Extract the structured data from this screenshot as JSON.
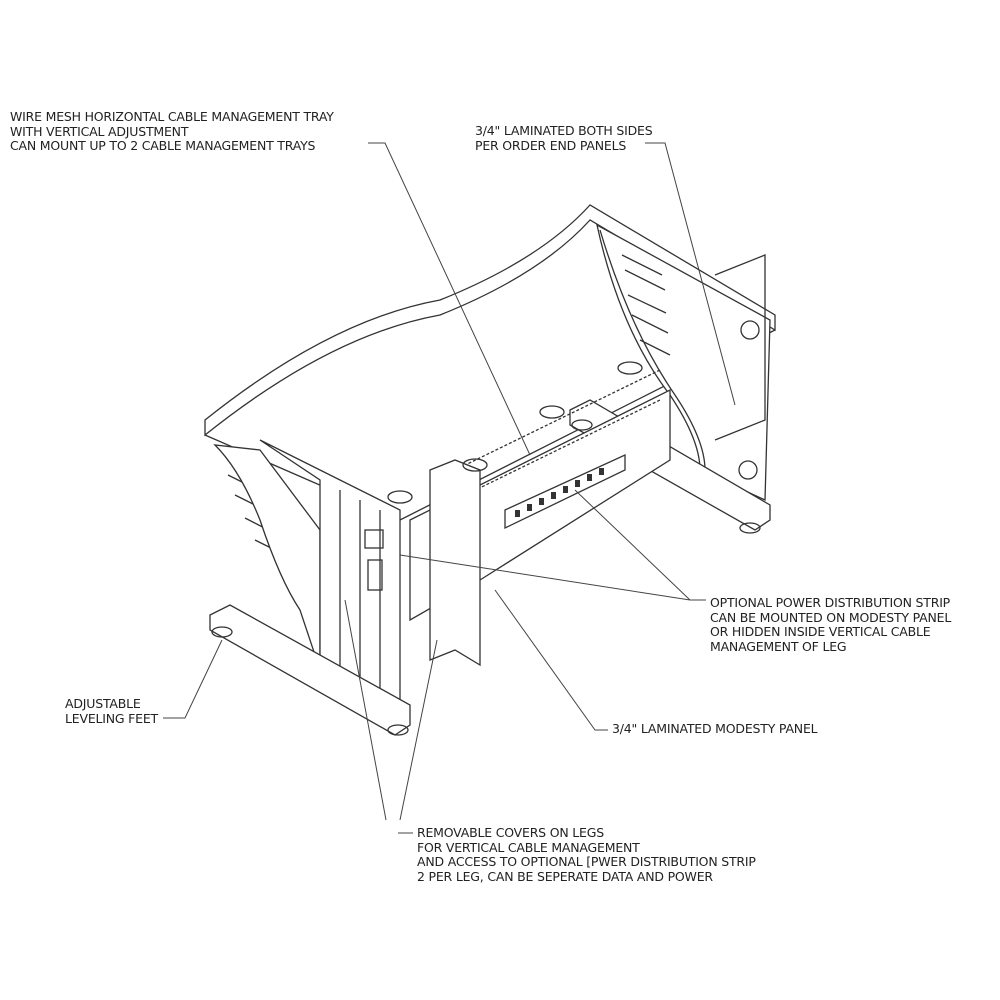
{
  "callouts": {
    "cable_tray": [
      "WIRE MESH HORIZONTAL CABLE MANAGEMENT TRAY",
      "WITH VERTICAL ADJUSTMENT",
      "CAN MOUNT UP TO 2 CABLE MANAGEMENT TRAYS"
    ],
    "end_panels": [
      "3/4\" LAMINATED BOTH SIDES",
      "PER ORDER END PANELS"
    ],
    "power_strip": [
      "OPTIONAL POWER DISTRIBUTION STRIP",
      "CAN BE MOUNTED ON MODESTY PANEL",
      "OR HIDDEN INSIDE VERTICAL CABLE",
      "MANAGEMENT OF LEG"
    ],
    "modesty_panel": [
      "3/4\" LAMINATED MODESTY PANEL"
    ],
    "leveling_feet": [
      "ADJUSTABLE",
      "LEVELING FEET"
    ],
    "leg_covers": [
      "REMOVABLE COVERS ON LEGS",
      "FOR VERTICAL CABLE MANAGEMENT",
      "AND ACCESS TO OPTIONAL [PWER DISTRIBUTION STRIP",
      "2 PER LEG, CAN BE SEPERATE DATA AND POWER"
    ]
  }
}
